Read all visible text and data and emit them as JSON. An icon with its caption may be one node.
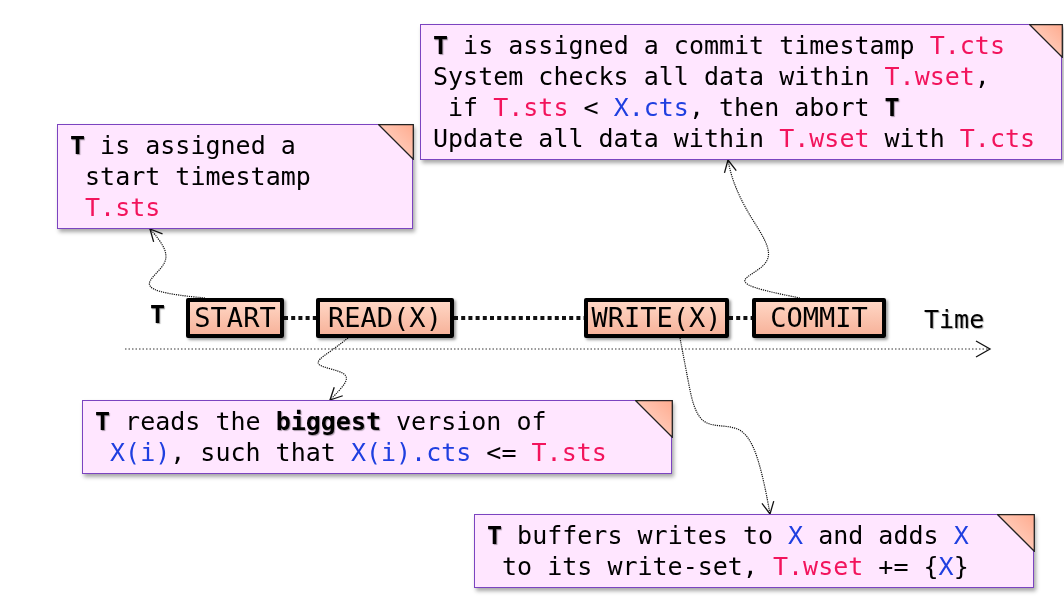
{
  "diagram": {
    "nodes": [
      {
        "text": [
          "**T** is assigned a commit timestamp T.cts",
          "System checks all data within T.wset, if T.sts < X.cts, then abort **T**",
          "Update all data within T.wset with T.cts"
        ]
      },
      {
        "text": [
          "**T** is assigned a start timestamp T.sts"
        ]
      },
      {
        "text": [
          "START"
        ]
      },
      {
        "text": [
          "READ(X)"
        ]
      },
      {
        "text": [
          "WRITE(X)"
        ]
      },
      {
        "text": [
          "COMMIT"
        ]
      },
      {
        "text": [
          "**T** reads the **biggest** version of X(i), such that X(i).cts <= T.sts"
        ]
      },
      {
        "text": [
          "**T** buffers writes to X and adds X to its write-set, T.wset += {X}"
        ]
      }
    ],
    "edges": [
      {
        "from": 2,
        "to": 3,
        "arrow": "none",
        "style": "dashed"
      },
      {
        "from": 3,
        "to": 4,
        "arrow": "none",
        "style": "dashed"
      },
      {
        "from": 4,
        "to": 5,
        "arrow": "none",
        "style": "dashed"
      },
      {
        "from": 2,
        "to": 1,
        "arrow": "to",
        "style": "dashed"
      },
      {
        "from": 3,
        "to": 6,
        "arrow": "to",
        "style": "dashed"
      },
      {
        "from": 4,
        "to": 7,
        "arrow": "to",
        "style": "dashed"
      },
      {
        "from": 5,
        "to": 0,
        "arrow": "to",
        "style": "dashed"
      }
    ],
    "labels": [
      "T",
      "Time"
    ]
  }
}
